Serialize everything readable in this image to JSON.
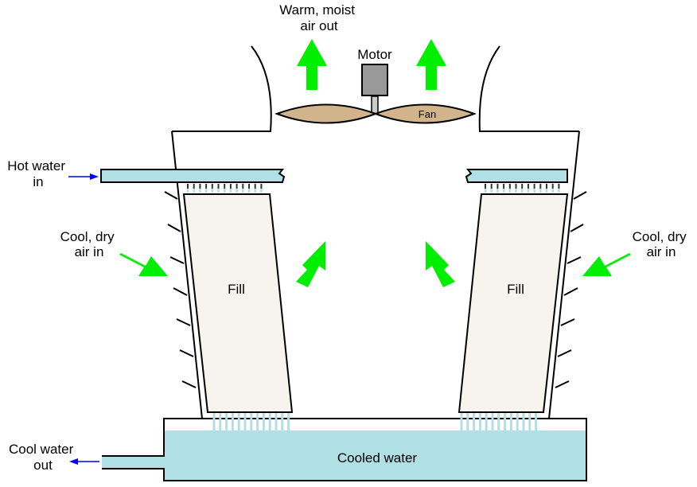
{
  "diagram": {
    "title": "Induced-draft cooling tower",
    "labels": {
      "warm_air_out": [
        "Warm, moist",
        "air out"
      ],
      "motor": "Motor",
      "fan": "Fan",
      "hot_water_in": [
        "Hot water",
        "in"
      ],
      "cool_air_in_left": [
        "Cool, dry",
        "air in"
      ],
      "cool_air_in_right": [
        "Cool, dry",
        "air in"
      ],
      "fill_left": "Fill",
      "fill_right": "Fill",
      "cooled_water": "Cooled water",
      "cool_water_out": [
        "Cool water",
        "out"
      ]
    },
    "colors": {
      "water": "#b0dfe5",
      "fill": "#f7f4ef",
      "fan_blade": "#d2b48c",
      "motor": "#999999",
      "shaft": "#cccccc",
      "air_arrow": "#00ee00",
      "flow_arrow": "#0000ff",
      "outline": "#000000"
    }
  }
}
